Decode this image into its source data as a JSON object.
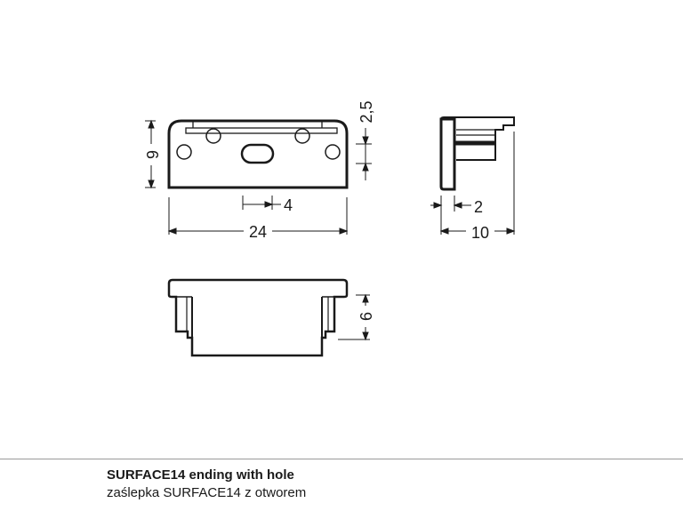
{
  "diagram": {
    "type": "technical-drawing",
    "subject": "end cap with hole",
    "views": [
      {
        "name": "front-view",
        "dimensions": {
          "width": "24",
          "height": "9",
          "hole_width": "4",
          "hole_offset": "2,5"
        }
      },
      {
        "name": "side-view",
        "dimensions": {
          "depth": "10",
          "wall": "2"
        }
      },
      {
        "name": "top-view",
        "dimensions": {
          "insert_depth": "6"
        }
      }
    ],
    "labels": {
      "dim_24": "24",
      "dim_9": "9",
      "dim_4": "4",
      "dim_2_5": "2,5",
      "dim_10": "10",
      "dim_2": "2",
      "dim_6": "6"
    },
    "colors": {
      "line": "#1a1a1a",
      "divider": "#9a9a9a"
    }
  },
  "caption": {
    "title": "SURFACE14 ending with hole",
    "subtitle": "zaślepka SURFACE14 z otworem"
  }
}
